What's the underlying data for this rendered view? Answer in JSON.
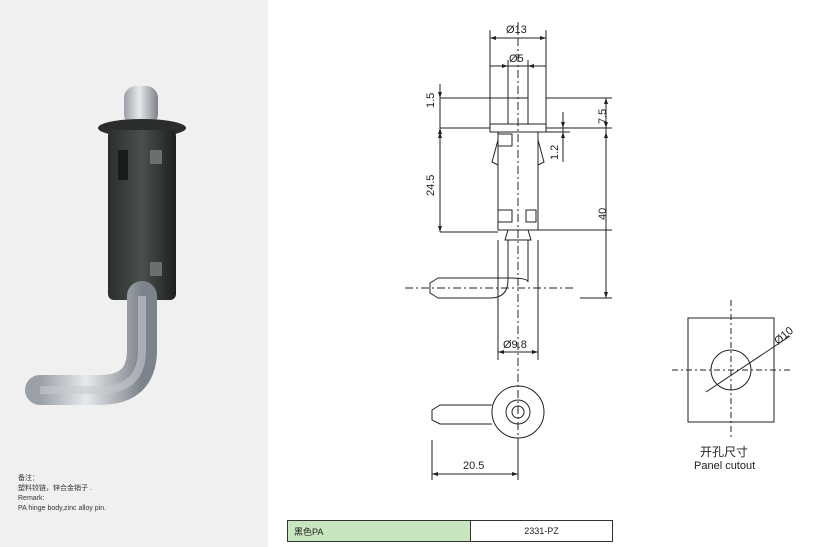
{
  "notes": {
    "title": "备注：",
    "line1": "塑料铰链，锌合金销子 .",
    "line2": "Remark:",
    "line3": "PA hinge body,zinc alloy pin."
  },
  "dimensions": {
    "d13": "Ø13",
    "d5": "Ø5",
    "d15": "1.5",
    "d75": "7.5",
    "d12": "1.2",
    "d245": "24.5",
    "d40": "40",
    "d98": "Ø9.8",
    "d205": "20.5",
    "d10": "Ø10"
  },
  "panel_cutout": {
    "cn": "开孔尺寸",
    "en": "Panel cutout"
  },
  "spec_table": {
    "material": "黑色PA",
    "part_no": "2331-PZ"
  }
}
